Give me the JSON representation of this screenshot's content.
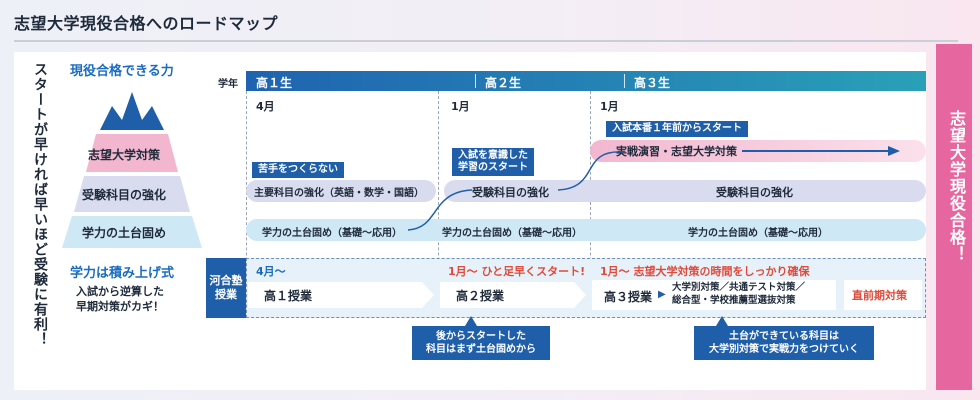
{
  "title": "志望大学現役合格へのロードマップ",
  "left_vertical": "スタートが早ければ早いほど受験に有利！",
  "right_vertical": "志望大学現役合格！",
  "pyramid": {
    "heading": "現役合格できる力",
    "levels": [
      "志望大学対策",
      "受験科目の強化",
      "学力の土台固め"
    ]
  },
  "accumulate": {
    "heading": "学力は積み上げ式",
    "note": "入試から逆算した\n早期対策がカギ！"
  },
  "timeline": {
    "year_label": "学年",
    "grades": [
      "高１生",
      "高２生",
      "高３生"
    ],
    "months": [
      "4月",
      "1月",
      "1月"
    ]
  },
  "tags": {
    "kuttenai": "苦手をつくらない",
    "ishiki": "入試を意識した\n学習のスタート",
    "ichinen": "入試本番１年前からスタート"
  },
  "rows": {
    "r1": "実戦演習・志望大学対策",
    "r2a": "主要科目の強化（英語・数学・国語）",
    "r2b": "受験科目の強化",
    "r2c": "受験科目の強化",
    "r3a": "学力の土台固め（基礎〜応用）",
    "r3b": "学力の土台固め（基礎〜応用）",
    "r3c": "学力の土台固め（基礎〜応用）"
  },
  "juku": {
    "label": "河合塾\n授業"
  },
  "phases": {
    "p1_head": "4月〜",
    "p1_course": "高１授業",
    "p2_head": "1月〜 ひと足早くスタート!",
    "p2_course": "高２授業",
    "p3_head": "1月〜 志望大学対策の時間をしっかり確保",
    "p3_course": "高３授業",
    "p3_detail": "大学別対策／共通テスト対策／\n総合型・学校推薦型選抜対策",
    "p4_course": "直前期対策"
  },
  "callouts": {
    "left": "後からスタートした\n科目はまず土台固めから",
    "right": "土台ができている科目は\n大学別対策で実戦力をつけていく"
  },
  "colors": {
    "pink": "#e6679f",
    "blue": "#1f5ea8",
    "lavender": "#d9dcef",
    "lightblue": "#cfe8f6",
    "red": "#e04a3a"
  }
}
